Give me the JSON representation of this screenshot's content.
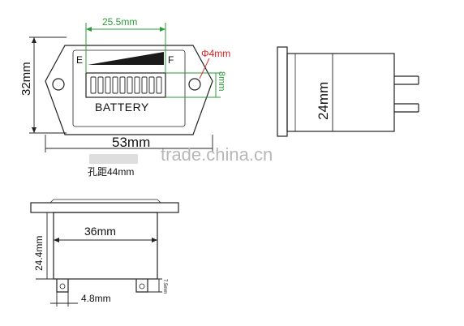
{
  "front_view": {
    "label_empty": "E",
    "label_full": "F",
    "label_battery": "BATTERY",
    "dim_window_width": "25.5mm",
    "dim_window_height": "8mm",
    "dim_height": "32mm",
    "dim_width": "53mm",
    "dim_hole": "Φ4mm",
    "hole_spacing": "孔距44mm",
    "led_segments": 10
  },
  "side_view": {
    "dim_depth_height": "24mm"
  },
  "bottom_view": {
    "dim_body_width": "36mm",
    "dim_body_height": "24.4mm",
    "dim_pin_spacing": "4.8mm",
    "dim_pin_width": "7.5mm"
  },
  "watermark": {
    "text": "trade.china.cn"
  },
  "colors": {
    "dimension_green": "#2e9a3a",
    "hole_red": "#d42020",
    "outline": "#222222"
  }
}
